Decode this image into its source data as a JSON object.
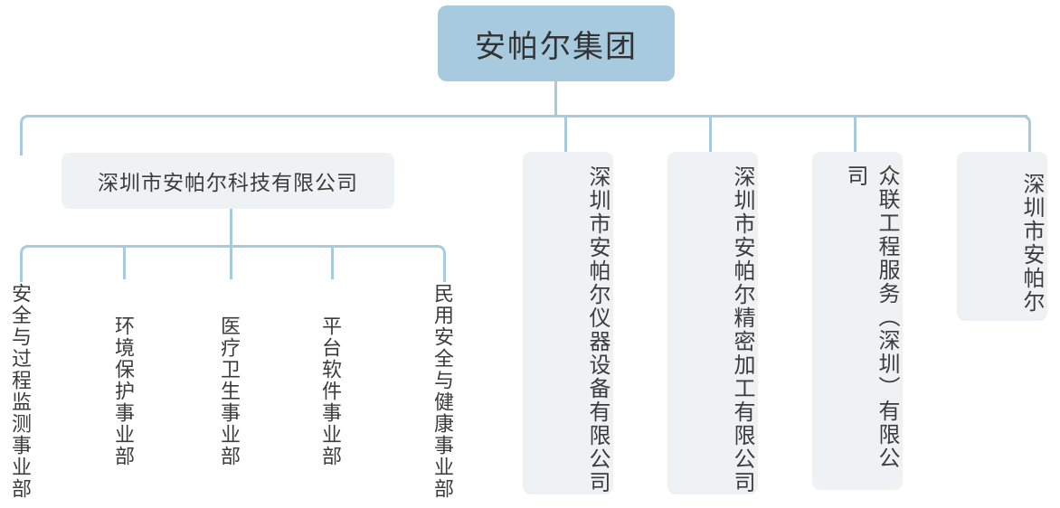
{
  "chart_data": {
    "type": "diagram",
    "diagram_type": "organization-chart",
    "title": "安帕尔集团组织架构",
    "orientation": "top-down",
    "colors": {
      "root_fill": "#a7cade",
      "node_fill": "#eef2f5",
      "connector": "#a8cade",
      "text": "#3c3c3c",
      "background": "#ffffff"
    },
    "nodes": [
      {
        "id": "root",
        "label": "安帕尔集团",
        "level": 0,
        "parent": null,
        "style": "root",
        "text_direction": "horizontal"
      },
      {
        "id": "tech",
        "label": "深圳市安帕尔科技有限公司",
        "level": 1,
        "parent": "root",
        "style": "light",
        "text_direction": "horizontal"
      },
      {
        "id": "instrument",
        "label": "深圳市安帕尔仪器设备有限公司",
        "level": 1,
        "parent": "root",
        "style": "light",
        "text_direction": "vertical"
      },
      {
        "id": "precision",
        "label": "深圳市安帕尔精密加工有限公司",
        "level": 1,
        "parent": "root",
        "style": "light",
        "text_direction": "vertical"
      },
      {
        "id": "zhonglian",
        "label": "众联工程服务（深圳）有限公司",
        "level": 1,
        "parent": "root",
        "style": "light",
        "text_direction": "vertical"
      },
      {
        "id": "shenzhen-anpaer",
        "label": "深圳市安帕尔",
        "level": 1,
        "parent": "root",
        "style": "light",
        "text_direction": "vertical"
      },
      {
        "id": "dept-safety",
        "label": "安全与过程监测事业部",
        "level": 2,
        "parent": "tech",
        "style": "plain",
        "text_direction": "vertical"
      },
      {
        "id": "dept-environment",
        "label": "环境保护事业部",
        "level": 2,
        "parent": "tech",
        "style": "plain",
        "text_direction": "vertical"
      },
      {
        "id": "dept-medical",
        "label": "医疗卫生事业部",
        "level": 2,
        "parent": "tech",
        "style": "plain",
        "text_direction": "vertical"
      },
      {
        "id": "dept-platform",
        "label": "平台软件事业部",
        "level": 2,
        "parent": "tech",
        "style": "plain",
        "text_direction": "vertical"
      },
      {
        "id": "dept-civil",
        "label": "民用安全与健康事业部",
        "level": 2,
        "parent": "tech",
        "style": "plain",
        "text_direction": "vertical"
      }
    ],
    "edges": [
      {
        "from": "root",
        "to": "tech"
      },
      {
        "from": "root",
        "to": "instrument"
      },
      {
        "from": "root",
        "to": "precision"
      },
      {
        "from": "root",
        "to": "zhonglian"
      },
      {
        "from": "root",
        "to": "shenzhen-anpaer"
      },
      {
        "from": "tech",
        "to": "dept-safety"
      },
      {
        "from": "tech",
        "to": "dept-environment"
      },
      {
        "from": "tech",
        "to": "dept-medical"
      },
      {
        "from": "tech",
        "to": "dept-platform"
      },
      {
        "from": "tech",
        "to": "dept-civil"
      }
    ]
  },
  "root": {
    "label": "安帕尔集团"
  },
  "subsidiaries": [
    {
      "label": "深圳市安帕尔科技有限公司"
    },
    {
      "label": "深圳市安帕尔仪器设备有限公司"
    },
    {
      "label": "深圳市安帕尔精密加工有限公司"
    },
    {
      "label": "众联工程服务（深圳）有限公司"
    },
    {
      "label": "深圳市安帕尔"
    }
  ],
  "departments": [
    {
      "label": "安全与过程监测事业部"
    },
    {
      "label": "环境保护事业部"
    },
    {
      "label": "医疗卫生事业部"
    },
    {
      "label": "平台软件事业部"
    },
    {
      "label": "民用安全与健康事业部"
    }
  ]
}
